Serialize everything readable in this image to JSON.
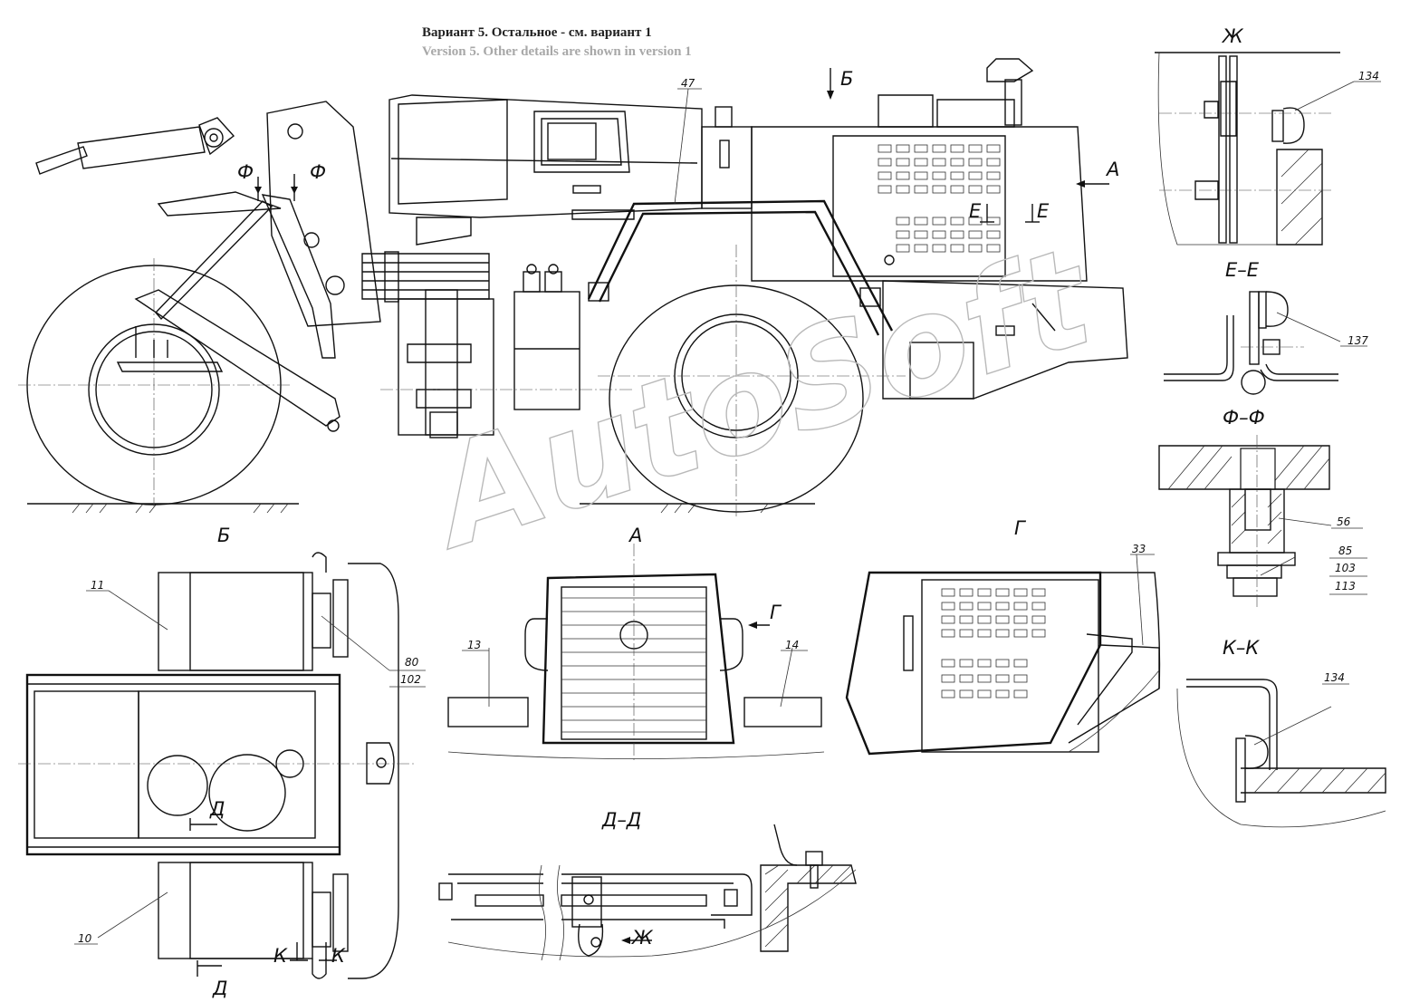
{
  "title": {
    "ru": "Вариант 5. Остальное - см. вариант 1",
    "en": "Version 5. Other details are shown in version 1"
  },
  "watermark": "AutoSoft",
  "view_labels": {
    "b_arrow": "Б",
    "a_arrow": "А",
    "f_left": "Ф",
    "f_right": "Ф",
    "e_left": "Е",
    "e_right": "Е",
    "view_b": "Б",
    "view_a": "А",
    "view_g": "Г",
    "g_arrow": "Г",
    "section_zh": "Ж",
    "section_ee": "Е–Е",
    "section_ff": "Ф–Ф",
    "section_kk": "К–К",
    "section_dd": "Д–Д",
    "d_top": "Д",
    "d_bottom": "Д",
    "k_left": "К",
    "k_right": "К",
    "zh_arrow": "Ж"
  },
  "callouts": {
    "p47": "47",
    "p134_zh": "134",
    "p137": "137",
    "p56": "56",
    "p85": "85",
    "p103": "103",
    "p113": "113",
    "p134_kk": "134",
    "p11": "11",
    "p10": "10",
    "p80": "80",
    "p102": "102",
    "p13": "13",
    "p14": "14",
    "p33": "33"
  }
}
